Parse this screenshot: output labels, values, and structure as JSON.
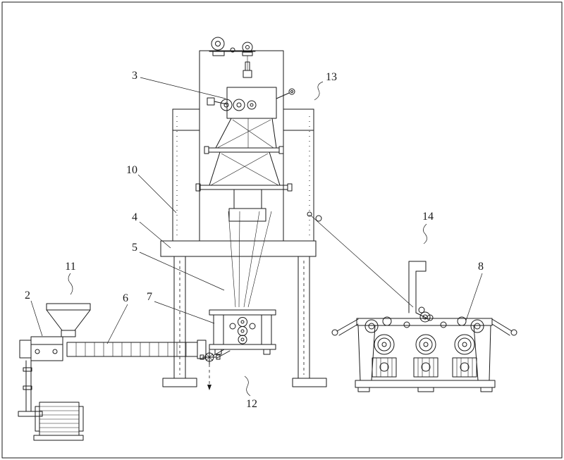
{
  "figure": {
    "colors": {
      "ink": "#1a1a1a",
      "paper": "#ffffff"
    },
    "callouts": {
      "c2": "2",
      "c3": "3",
      "c4": "4",
      "c5": "5",
      "c6": "6",
      "c7": "7",
      "c8": "8",
      "c10": "10",
      "c11": "11",
      "c12": "12",
      "c13": "13",
      "c14": "14"
    }
  }
}
